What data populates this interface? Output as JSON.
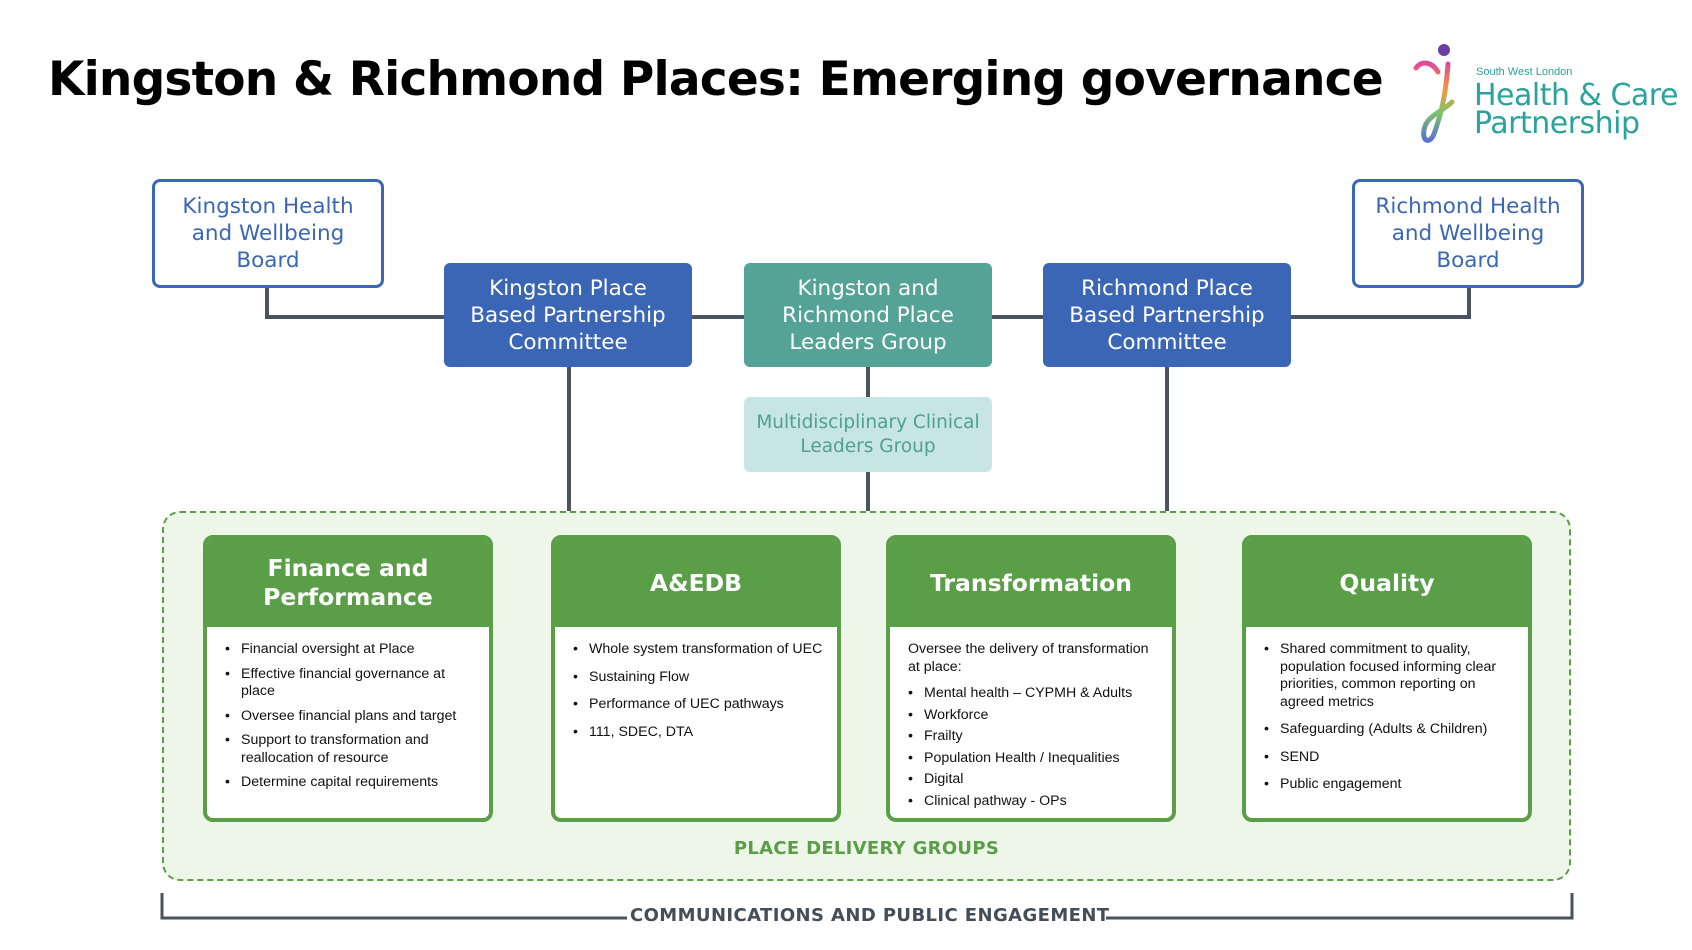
{
  "title": "Kingston & Richmond Places: Emerging governance",
  "logo": {
    "small": "South West London",
    "line1": "Health & Care",
    "line2": "Partnership"
  },
  "top_boxes": {
    "kingston_hwb": "Kingston Health and Wellbeing Board",
    "kingston_pbp": "Kingston Place Based Partnership Committee",
    "leaders_group": "Kingston and Richmond Place Leaders Group",
    "richmond_pbp": "Richmond Place Based Partnership Committee",
    "richmond_hwb": "Richmond Health and Wellbeing Board",
    "clinical_group": "Multidisciplinary Clinical Leaders Group"
  },
  "groups": [
    {
      "name": "Finance and Performance",
      "intro": "",
      "items": [
        "Financial  oversight at Place",
        "Effective financial governance at place",
        "Oversee financial plans and target",
        "Support to transformation and reallocation of resource",
        "Determine capital requirements"
      ]
    },
    {
      "name": "A&EDB",
      "intro": "",
      "items": [
        "Whole system transformation of UEC",
        "Sustaining Flow",
        "Performance of UEC pathways",
        "111, SDEC, DTA"
      ]
    },
    {
      "name": "Transformation",
      "intro": "Oversee the delivery of transformation at place:",
      "items": [
        "Mental health – CYPMH & Adults",
        "Workforce",
        "Frailty",
        "Population Health / Inequalities",
        "Digital",
        "Clinical pathway - OPs"
      ]
    },
    {
      "name": "Quality",
      "intro": "",
      "items": [
        "Shared commitment to quality, population focused informing clear priorities, common reporting on agreed metrics",
        "Safeguarding (Adults & Children)",
        "SEND",
        "Public engagement"
      ]
    }
  ],
  "delivery_label": "PLACE DELIVERY GROUPS",
  "comms_label": "COMMUNICATIONS AND PUBLIC ENGAGEMENT",
  "colors": {
    "blue": "#3a66b5",
    "teal": "#55a396",
    "light_teal": "#c7e6e2",
    "green": "#5a9e47",
    "connector": "#4a5360"
  }
}
